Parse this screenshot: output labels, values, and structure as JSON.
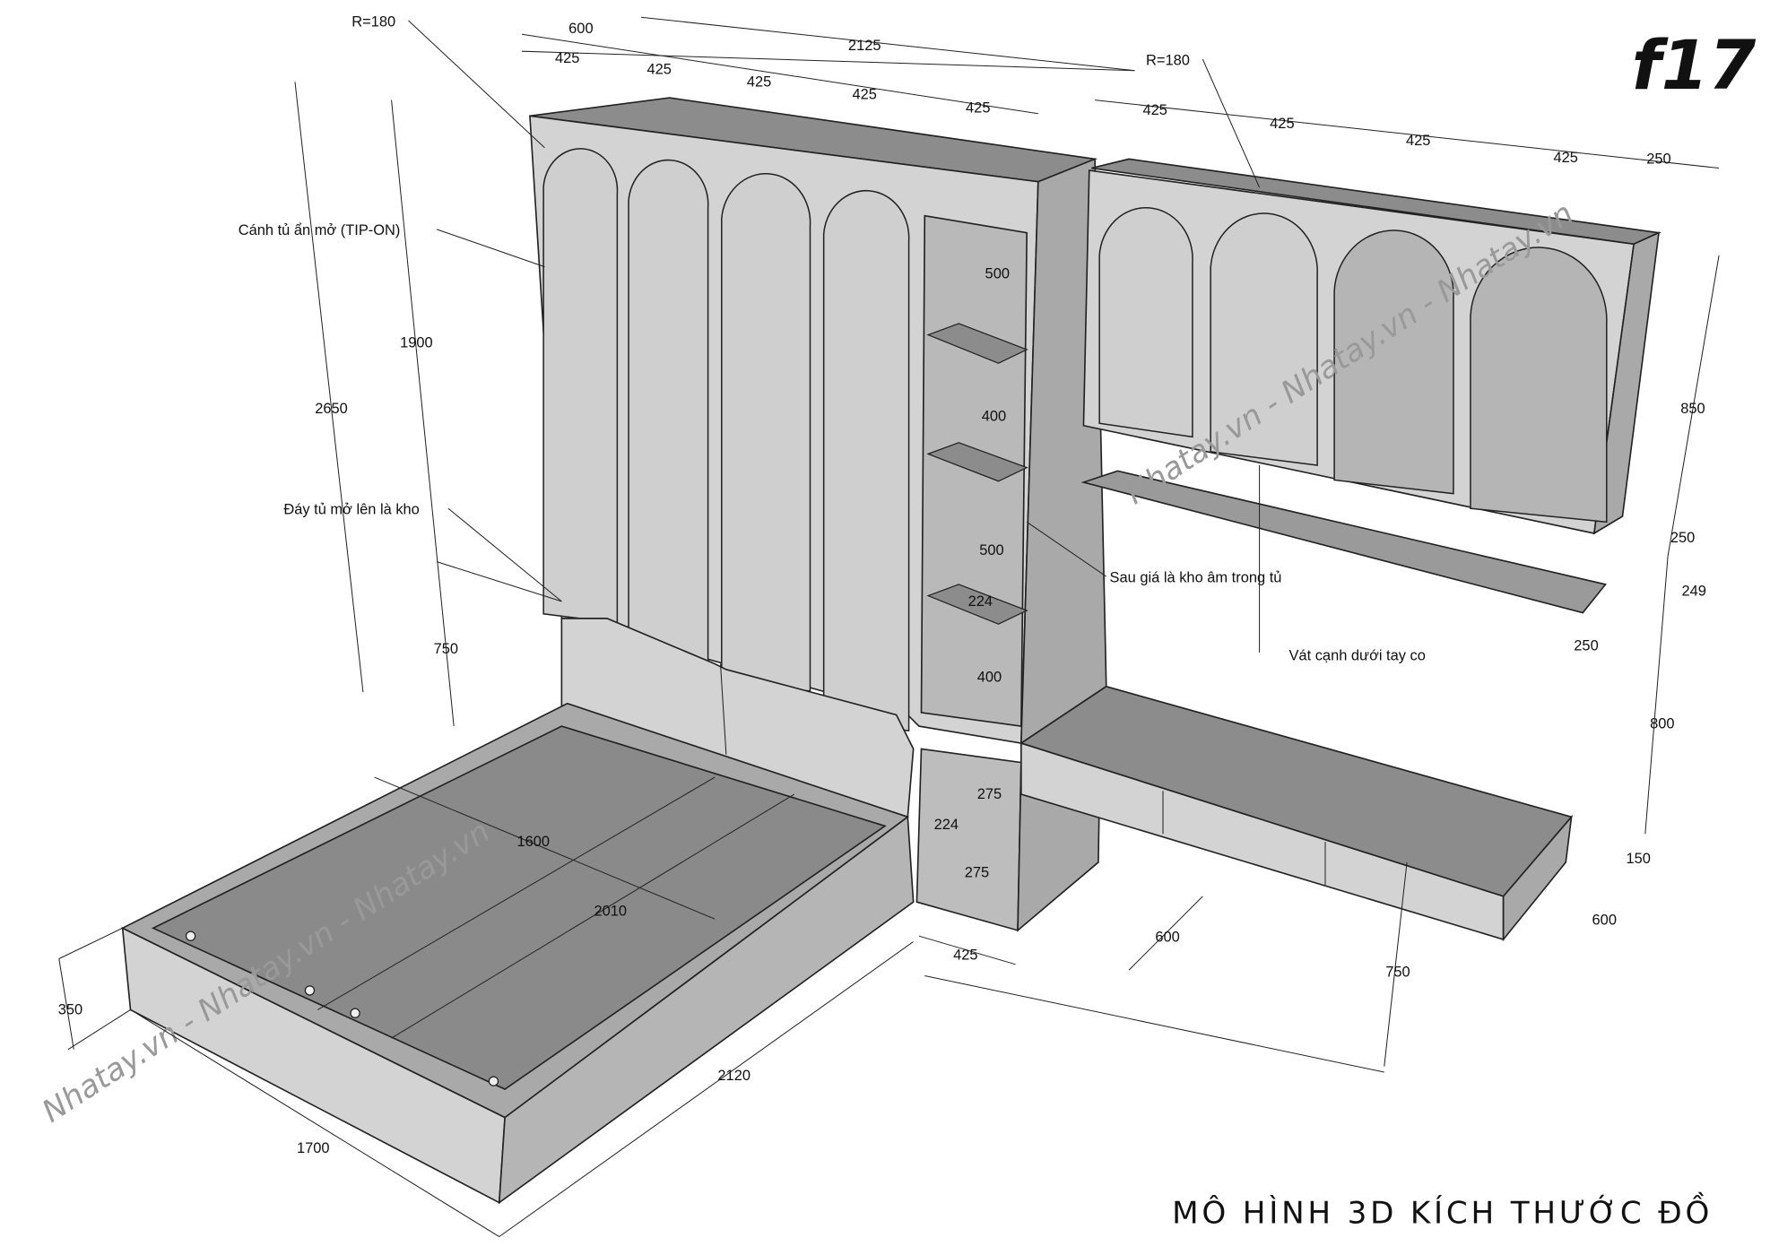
{
  "logo": "f17",
  "title": "MÔ HÌNH 3D KÍCH THƯỚC ĐỒ",
  "watermark": "Nhatay.vn - Nhatay.vn - Nhatay.vn",
  "annotations": {
    "tip_on": "Cánh tủ ẩn mở (TIP-ON)",
    "storage_base": "Đáy tủ mở lên là kho",
    "hidden_storage": "Sau giá là kho âm trong tủ",
    "chamfer": "Vát cạnh dưới tay co",
    "radius_left": "R=180",
    "radius_right": "R=180"
  },
  "dimensions": [
    "600",
    "2125",
    "425",
    "425",
    "425",
    "425",
    "425",
    "425",
    "425",
    "425",
    "425",
    "250",
    "1900",
    "2650",
    "500",
    "400",
    "500",
    "224",
    "400",
    "850",
    "250",
    "249",
    "250",
    "750",
    "800",
    "275",
    "224",
    "1600",
    "275",
    "150",
    "2010",
    "600",
    "600",
    "425",
    "750",
    "350",
    "2120",
    "1700"
  ],
  "colors": {
    "front": "#d3d3d3",
    "side": "#a9a9a9",
    "top": "#8c8c8c",
    "dark": "#7e7e7e"
  }
}
